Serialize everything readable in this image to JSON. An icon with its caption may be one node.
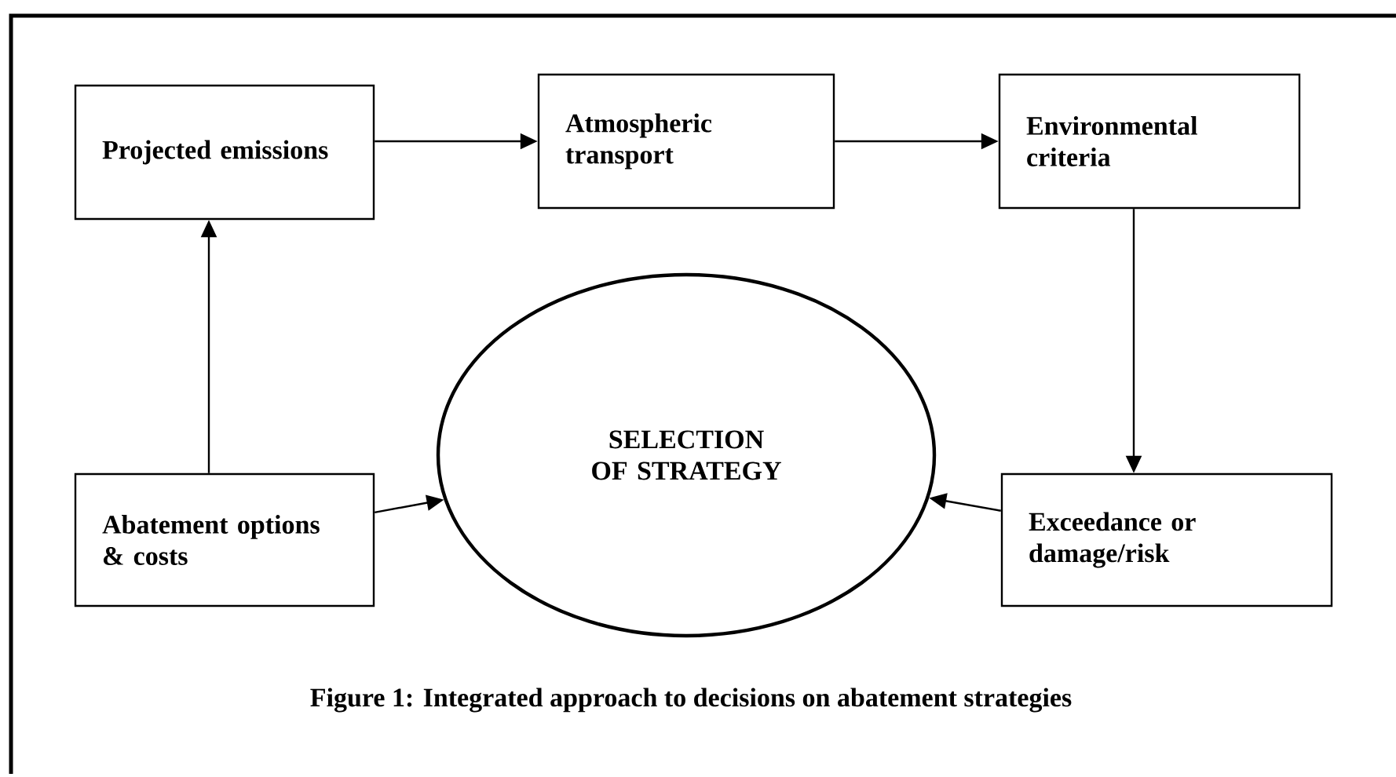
{
  "diagram": {
    "caption": "Figure 1: Integrated approach to decisions on abatement strategies",
    "nodes": [
      {
        "text": [
          "Projected emissions"
        ]
      },
      {
        "text": [
          "Atmospheric transport"
        ]
      },
      {
        "text": [
          "Environmental criteria"
        ]
      },
      {
        "text": [
          "SELECTION OF STRATEGY"
        ]
      },
      {
        "text": [
          "Abatement options & costs"
        ]
      },
      {
        "text": [
          "Exceedance or damage/risk"
        ]
      }
    ],
    "edges": [
      {
        "from": 0,
        "to": 1,
        "arrow": "to"
      },
      {
        "from": 1,
        "to": 2,
        "arrow": "to"
      },
      {
        "from": 2,
        "to": 5,
        "arrow": "to"
      },
      {
        "from": 4,
        "to": 0,
        "arrow": "to"
      },
      {
        "from": 4,
        "to": 3,
        "arrow": "to"
      },
      {
        "from": 5,
        "to": 3,
        "arrow": "to"
      }
    ]
  }
}
